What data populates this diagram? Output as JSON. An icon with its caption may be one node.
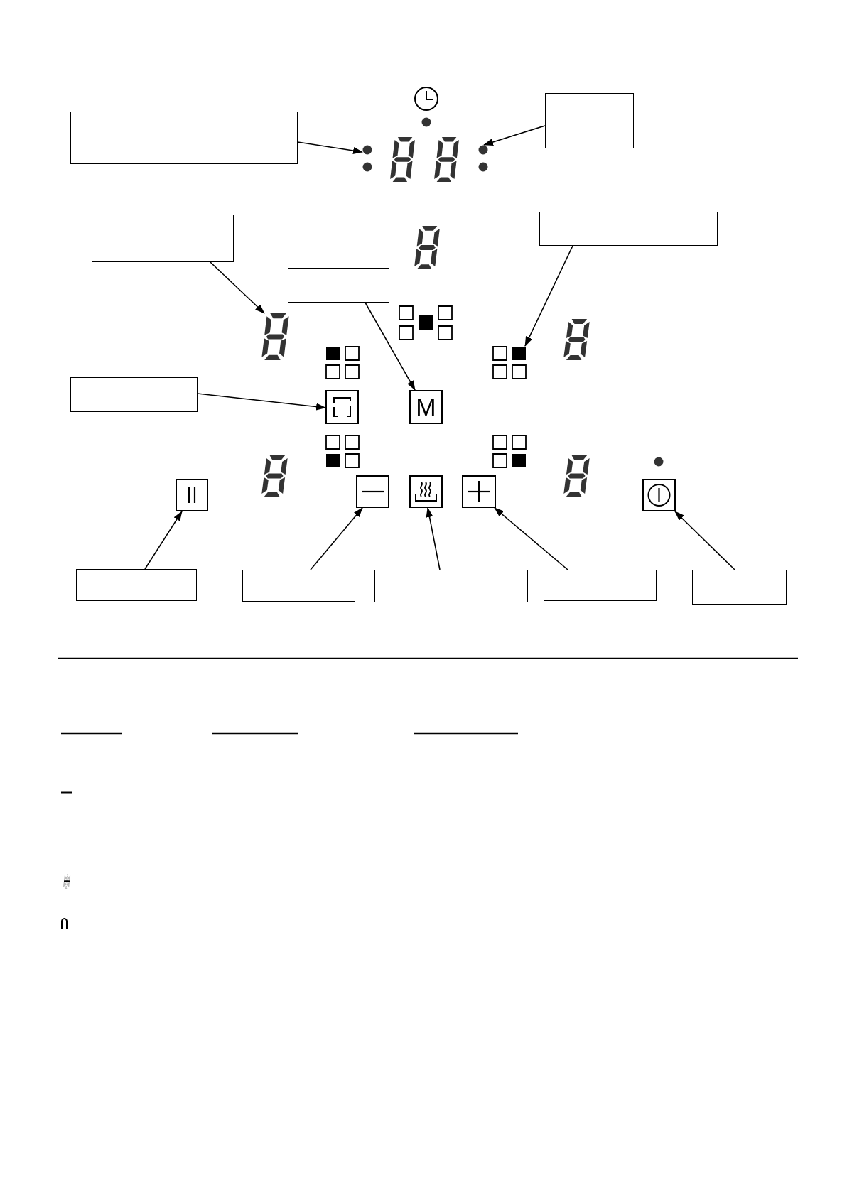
{
  "diagram": {
    "nodes": [
      {
        "text": [],
        "shape": "box"
      },
      {
        "text": [],
        "shape": "box"
      },
      {
        "text": [],
        "shape": "box"
      },
      {
        "text": [],
        "shape": "box"
      },
      {
        "text": [],
        "shape": "box"
      },
      {
        "text": [],
        "shape": "box"
      },
      {
        "text": [],
        "shape": "box"
      },
      {
        "text": [],
        "shape": "box"
      },
      {
        "text": [],
        "shape": "box"
      },
      {
        "text": [],
        "shape": "box"
      },
      {
        "text": [],
        "shape": "box"
      },
      {
        "text": [],
        "shape": "circle"
      },
      {
        "text": [],
        "shape": "circle"
      },
      {
        "text": [],
        "shape": "display"
      },
      {
        "text": [],
        "shape": "squares"
      },
      {
        "text": [
          "M"
        ]
      },
      {
        "text": [],
        "shape": "box"
      },
      {
        "text": [],
        "shape": "box"
      },
      {
        "text": [],
        "shape": "box"
      },
      {
        "text": [],
        "shape": "box"
      },
      {
        "text": [],
        "shape": "box"
      },
      {
        "text": [],
        "shape": "box"
      },
      {
        "text": [],
        "shape": "squares"
      },
      {
        "text": [],
        "shape": "squares"
      },
      {
        "text": [],
        "shape": "squares"
      }
    ],
    "edges": [
      {
        "from": 0,
        "to": 11,
        "arrow": "to"
      },
      {
        "from": 1,
        "to": 12,
        "arrow": "to"
      },
      {
        "from": 2,
        "to": 13,
        "arrow": "to"
      },
      {
        "from": 3,
        "to": 14,
        "arrow": "to"
      },
      {
        "from": 4,
        "to": 15,
        "arrow": "to"
      },
      {
        "from": 5,
        "to": 16,
        "arrow": "to"
      },
      {
        "from": 6,
        "to": 17,
        "arrow": "to"
      },
      {
        "from": 7,
        "to": 18,
        "arrow": "to"
      },
      {
        "from": 8,
        "to": 19,
        "arrow": "to"
      },
      {
        "from": 9,
        "to": 20,
        "arrow": "to"
      },
      {
        "from": 10,
        "to": 21,
        "arrow": "to"
      }
    ]
  }
}
